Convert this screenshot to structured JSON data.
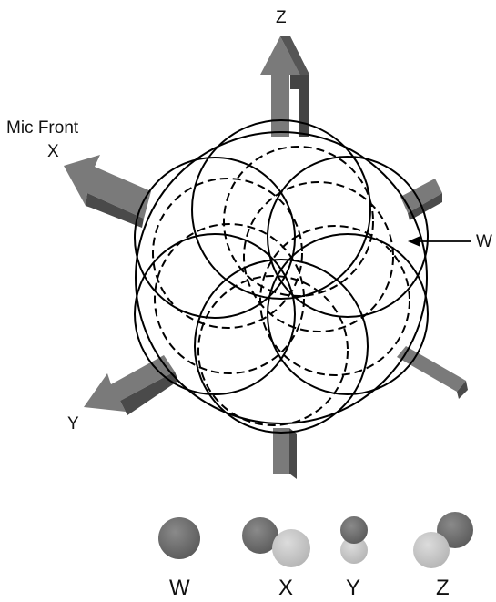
{
  "labels": {
    "z": "Z",
    "mic_front": "Mic Front",
    "x": "X",
    "y": "Y",
    "w": "W"
  },
  "legend": {
    "w": "W",
    "x": "X",
    "y": "Y",
    "z": "Z"
  },
  "colors": {
    "arrow_face": "#7a7a7a",
    "arrow_side": "#4a4a4a",
    "lobe_dark": "#6a6a6a",
    "lobe_light": "#c4c4c4"
  }
}
